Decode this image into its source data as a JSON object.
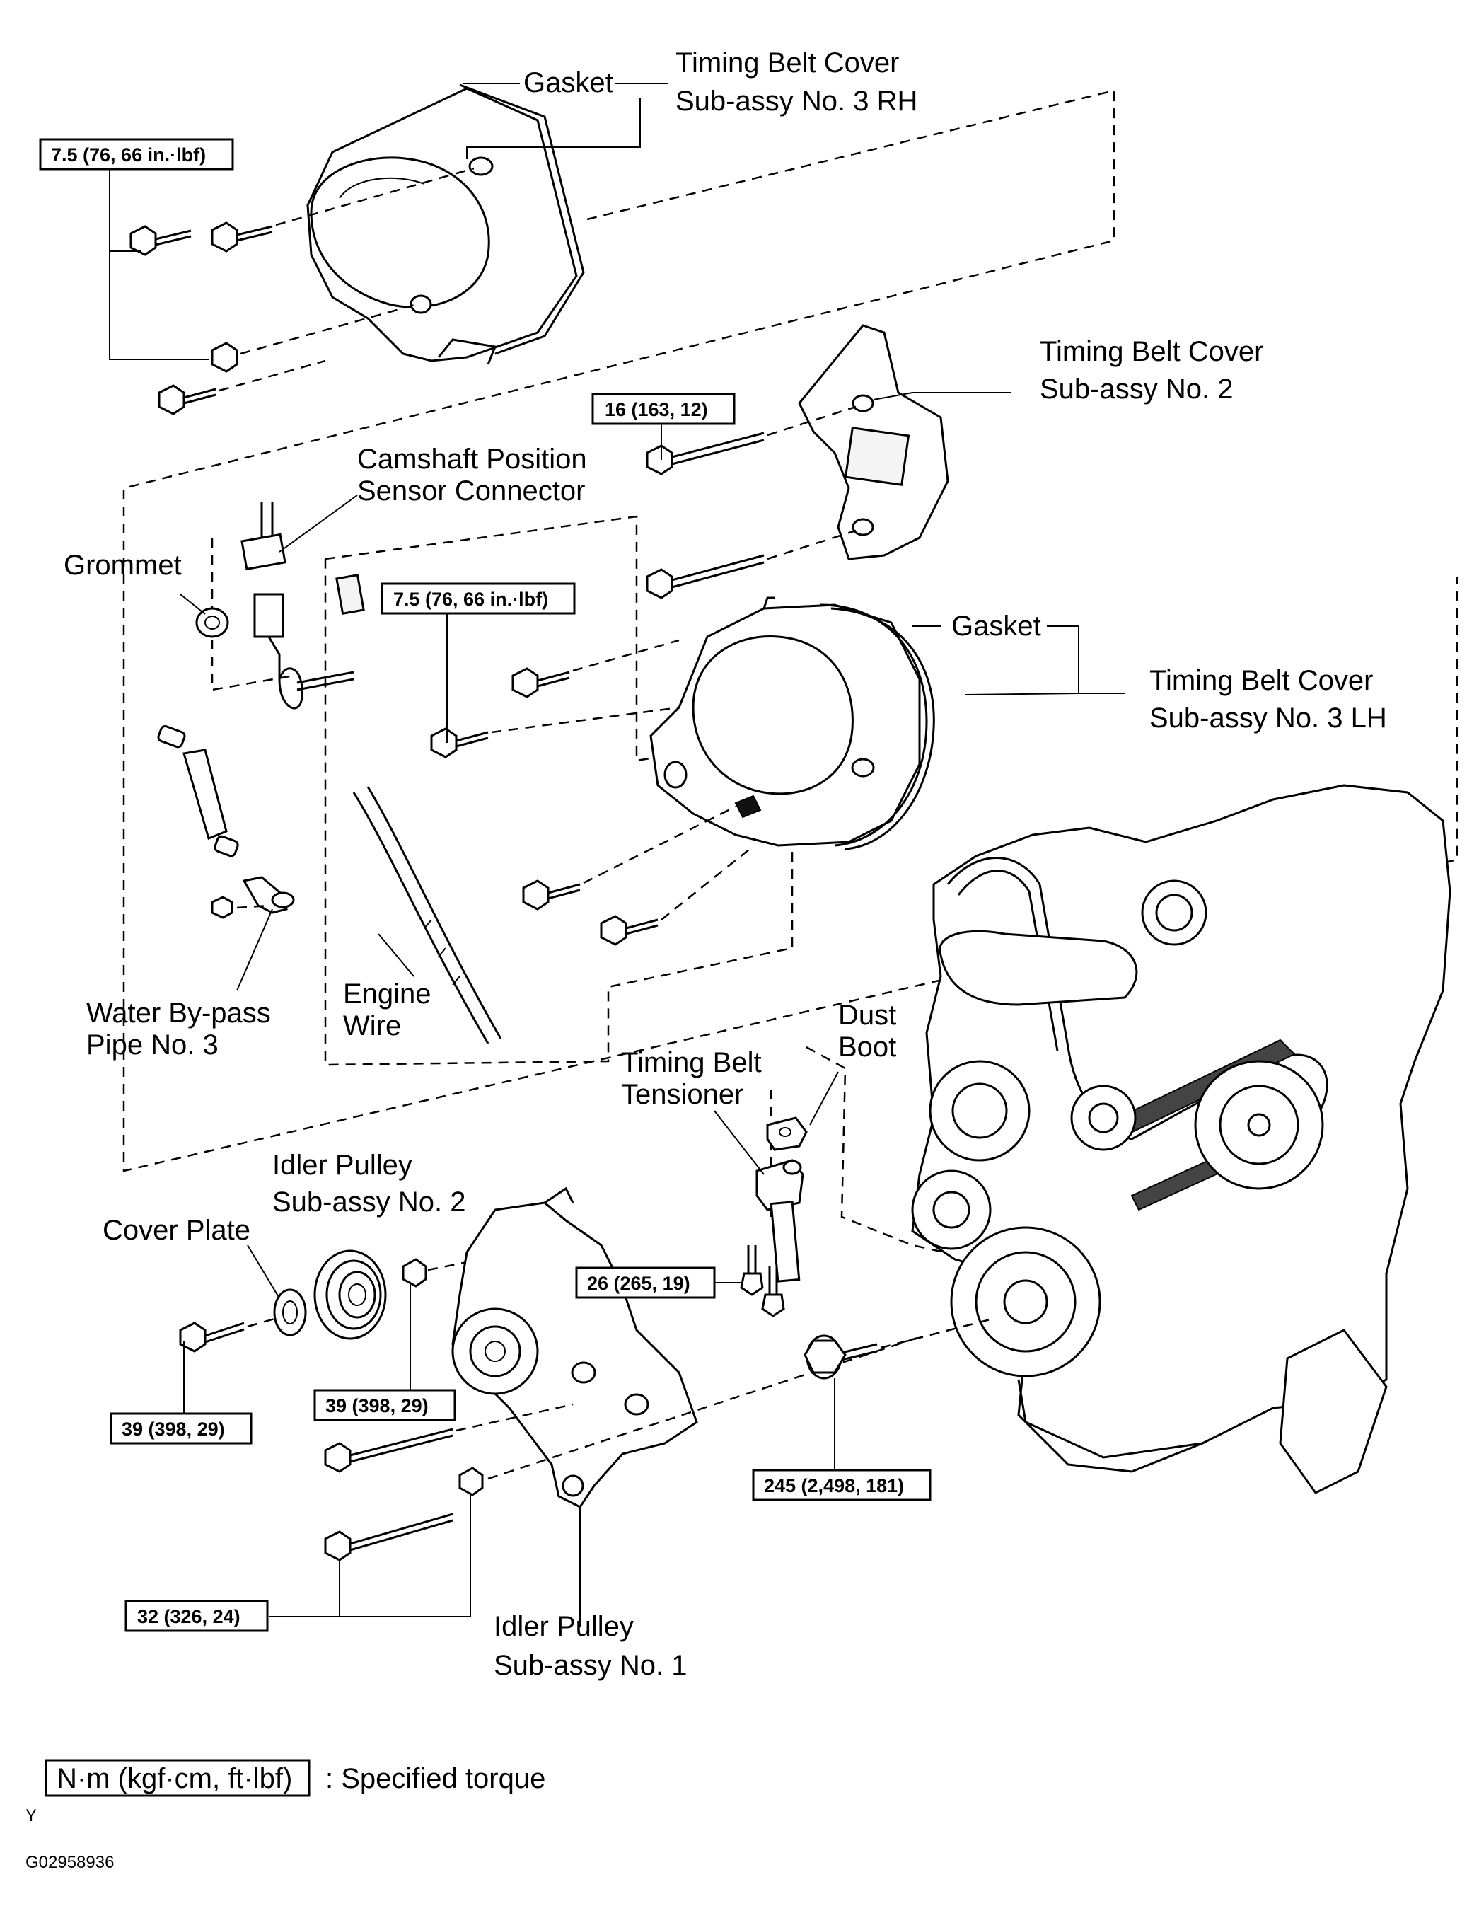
{
  "labels": {
    "gasket_top": "Gasket",
    "tbc_no3_rh_l1": "Timing Belt Cover",
    "tbc_no3_rh_l2": "Sub-assy No. 3 RH",
    "tbc_no2_l1": "Timing Belt Cover",
    "tbc_no2_l2": "Sub-assy No. 2",
    "cam_sensor_l1": "Camshaft Position",
    "cam_sensor_l2": "Sensor Connector",
    "grommet": "Grommet",
    "gasket_mid": "Gasket",
    "tbc_no3_lh_l1": "Timing Belt Cover",
    "tbc_no3_lh_l2": "Sub-assy No. 3 LH",
    "engine_wire_l1": "Engine",
    "engine_wire_l2": "Wire",
    "water_bypass_l1": "Water  By-pass",
    "water_bypass_l2": "Pipe No. 3",
    "dust_boot_l1": "Dust",
    "dust_boot_l2": "Boot",
    "tensioner_l1": "Timing Belt",
    "tensioner_l2": "Tensioner",
    "idler2_l1": "Idler Pulley",
    "idler2_l2": "Sub-assy  No. 2",
    "cover_plate": "Cover Plate",
    "idler1_l1": "Idler Pulley",
    "idler1_l2": "Sub-assy No. 1"
  },
  "torques": {
    "t_7_5_top": "7.5 (76, 66 in.·lbf)",
    "t_16": "16 (163, 12)",
    "t_7_5_mid": "7.5 (76, 66 in.·lbf)",
    "t_26": "26 (265, 19)",
    "t_39_left": "39 (398, 29)",
    "t_39_mid": "39 (398, 29)",
    "t_245": "245 (2,498, 181)",
    "t_32": "32 (326, 24)"
  },
  "legend": {
    "unit_box": "N·m (kgf·cm, ft·lbf)",
    "text": ": Specified torque"
  },
  "corner_mark": "Y",
  "figure_id": "G02958936"
}
